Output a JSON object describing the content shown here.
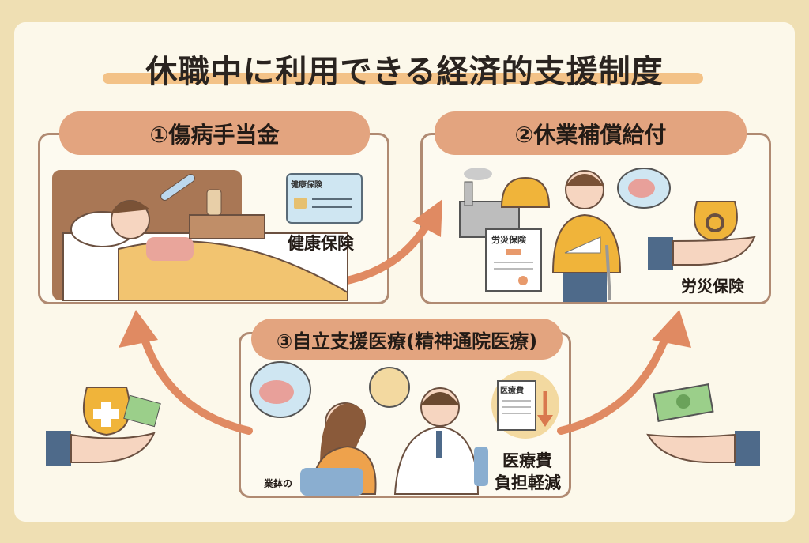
{
  "title": "休職中に利用できる経済的支援制度",
  "cards": [
    {
      "header": "①傷病手当金",
      "card_label": "健康保険",
      "insurance_card_text": "健康保険"
    },
    {
      "header": "②休業補償給付",
      "card_label": "労災保険",
      "document_text": "労災保険"
    },
    {
      "header": "③自立支援医療(精神通院医療)",
      "bill_text": "医療費",
      "benefit_line1": "医療費",
      "benefit_line2": "負担軽減",
      "small_note": "業鉢の"
    }
  ],
  "colors": {
    "accent": "#e3a47f",
    "arrow": "#e08a62",
    "background": "#efdfb3",
    "panel": "#fcf8ea"
  }
}
